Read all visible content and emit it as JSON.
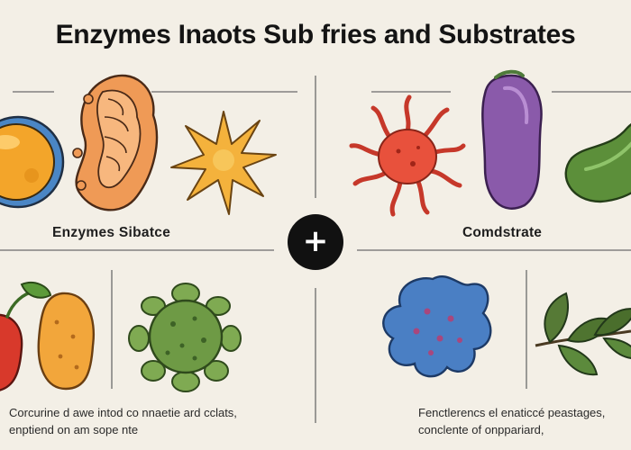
{
  "title": "Enzymes Inaots Sub fries and Substrates",
  "left_section": {
    "heading": "Enzymes Sibatce",
    "caption_lines": [
      "Corcurine d awe intod co nnaetie ard cclats,",
      "enptiend on am sope nte"
    ]
  },
  "right_section": {
    "heading": "Comdstrate",
    "caption_lines": [
      "Fenctlerencs el enaticcé peastages,",
      "conclente of onppariard,"
    ]
  },
  "center": {
    "plus_label": "+",
    "icon": "plus-icon"
  },
  "icons": [
    "orange-sphere-icon",
    "mitochondrion-icon",
    "yellow-star-icon",
    "red-tentacled-cell-icon",
    "purple-eggplant-icon",
    "green-cucumber-icon",
    "red-pepper-icon",
    "yellow-potato-icon",
    "green-virus-icon",
    "blue-cell-icon",
    "leaf-branch-icon"
  ],
  "colors": {
    "background": "#f3efe6",
    "text": "#1d1d1d",
    "button": "#111111",
    "divider": "#6b6b6b"
  }
}
